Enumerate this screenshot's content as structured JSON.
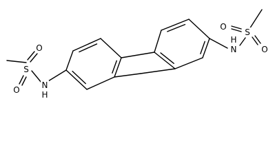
{
  "atoms": [
    {
      "id": "s1",
      "label": "S",
      "name": "sulfur-atom-left"
    },
    {
      "id": "o1",
      "label": "O",
      "name": "oxygen-atom-left-top"
    },
    {
      "id": "o2",
      "label": "O",
      "name": "oxygen-atom-left-bottom"
    },
    {
      "id": "n1",
      "label": "N",
      "name": "nitrogen-atom-left"
    },
    {
      "id": "h1",
      "label": "H",
      "name": "hydrogen-atom-left"
    },
    {
      "id": "s2",
      "label": "S",
      "name": "sulfur-atom-right"
    },
    {
      "id": "o3",
      "label": "O",
      "name": "oxygen-atom-right-left"
    },
    {
      "id": "o4",
      "label": "O",
      "name": "oxygen-atom-right-bottom"
    },
    {
      "id": "n2",
      "label": "N",
      "name": "nitrogen-atom-right"
    },
    {
      "id": "h2",
      "label": "H",
      "name": "hydrogen-atom-right"
    }
  ]
}
